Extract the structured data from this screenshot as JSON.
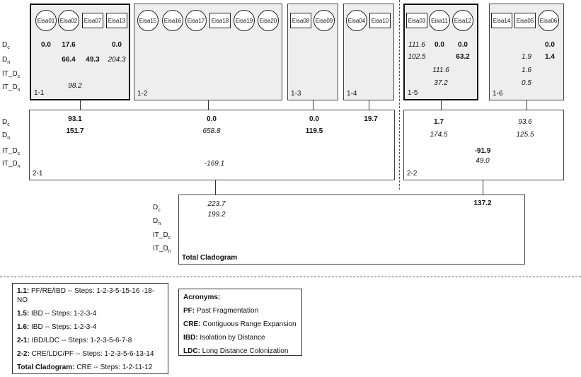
{
  "row_labels": [
    "Dc",
    "Dn",
    "IT_Dc",
    "IT_Dn"
  ],
  "level1": [
    {
      "id": "1-1",
      "nodes": [
        {
          "name": "Eisa01",
          "shape": "circle"
        },
        {
          "name": "Eisa02",
          "shape": "circle"
        },
        {
          "name": "Eisa07",
          "shape": "square"
        },
        {
          "name": "Eisa13",
          "shape": "square"
        }
      ]
    },
    {
      "id": "1-2",
      "nodes": [
        {
          "name": "Eisa15",
          "shape": "circle"
        },
        {
          "name": "Eisa16",
          "shape": "circle"
        },
        {
          "name": "Eisa17",
          "shape": "circle"
        },
        {
          "name": "Eisa18",
          "shape": "square"
        },
        {
          "name": "Eisa19",
          "shape": "circle"
        },
        {
          "name": "Eisa20",
          "shape": "circle"
        }
      ]
    },
    {
      "id": "1-3",
      "nodes": [
        {
          "name": "Eisa08",
          "shape": "square"
        },
        {
          "name": "Eisa09",
          "shape": "circle"
        }
      ]
    },
    {
      "id": "1-4",
      "nodes": [
        {
          "name": "Eisa04",
          "shape": "circle"
        },
        {
          "name": "Eisa10",
          "shape": "square"
        }
      ]
    },
    {
      "id": "1-5",
      "nodes": [
        {
          "name": "Eisa03",
          "shape": "square"
        },
        {
          "name": "Eisa11",
          "shape": "circle"
        },
        {
          "name": "Eisa12",
          "shape": "circle"
        }
      ]
    },
    {
      "id": "1-6",
      "nodes": [
        {
          "name": "Eisa14",
          "shape": "square"
        },
        {
          "name": "Eisa05",
          "shape": "square"
        },
        {
          "name": "Eisa06",
          "shape": "circle"
        }
      ]
    }
  ],
  "level1_values": {
    "dc_1_1": [
      "0.0",
      "17.6",
      "0.0"
    ],
    "dn_1_1": [
      "66.4",
      "49.3",
      "204.3"
    ],
    "itdn_1_1": "98.2",
    "dc_1_5": [
      "111.6",
      "0.0",
      "0.0"
    ],
    "dn_1_5": [
      "102.5",
      "63.2"
    ],
    "itdc_1_5": "111.6",
    "itdn_1_5": "37.2",
    "dc_1_6": "0.0",
    "dn_1_6": [
      "1.9",
      "1.4"
    ],
    "itdc_1_6": "1.6",
    "itdn_1_6": "0.5"
  },
  "level2": {
    "c21": {
      "id": "2-1",
      "dc": [
        "93.1",
        "0.0",
        "0.0",
        "19.7"
      ],
      "dn": [
        "151.7",
        "658.8",
        "119.5"
      ],
      "itdn": "-169.1"
    },
    "c22": {
      "id": "2-2",
      "dc": [
        "1.7",
        "93.6"
      ],
      "dn": [
        "174.5",
        "125.5"
      ],
      "itdc": "-91.9",
      "itdn": "49.0"
    }
  },
  "total": {
    "title": "Total Cladogram",
    "dc": [
      "223.7",
      "137.2"
    ],
    "dn": "199.2"
  },
  "legend_steps": [
    {
      "bold": "1.1:",
      "text": " PF/RE/IBD -- Steps: 1-2-3-5-15-16 -18-NO"
    },
    {
      "bold": "1.5:",
      "text": " IBD -- Steps: 1-2-3-4"
    },
    {
      "bold": "1.6:",
      "text": " IBD -- Steps: 1-2-3-4"
    },
    {
      "bold": "2-1:",
      "text": " IBD/LDC -- Steps: 1-2-3-5-6-7-8"
    },
    {
      "bold": "2-2:",
      "text": " CRE/LDC/PF -- Steps: 1-2-3-5-6-13-14"
    },
    {
      "bold": "Total Cladogram:",
      "text": " CRE -- Steps: 1-2-11-12"
    }
  ],
  "acronyms": {
    "title": "Acronyms:",
    "items": [
      {
        "bold": "PF:",
        "text": " Past Fragmentation"
      },
      {
        "bold": "CRE:",
        "text": " Contiguous Range Expansion"
      },
      {
        "bold": "IBD:",
        "text": " Isolation by Distance"
      },
      {
        "bold": "LDC:",
        "text": " Long Distance Colonization"
      }
    ]
  }
}
